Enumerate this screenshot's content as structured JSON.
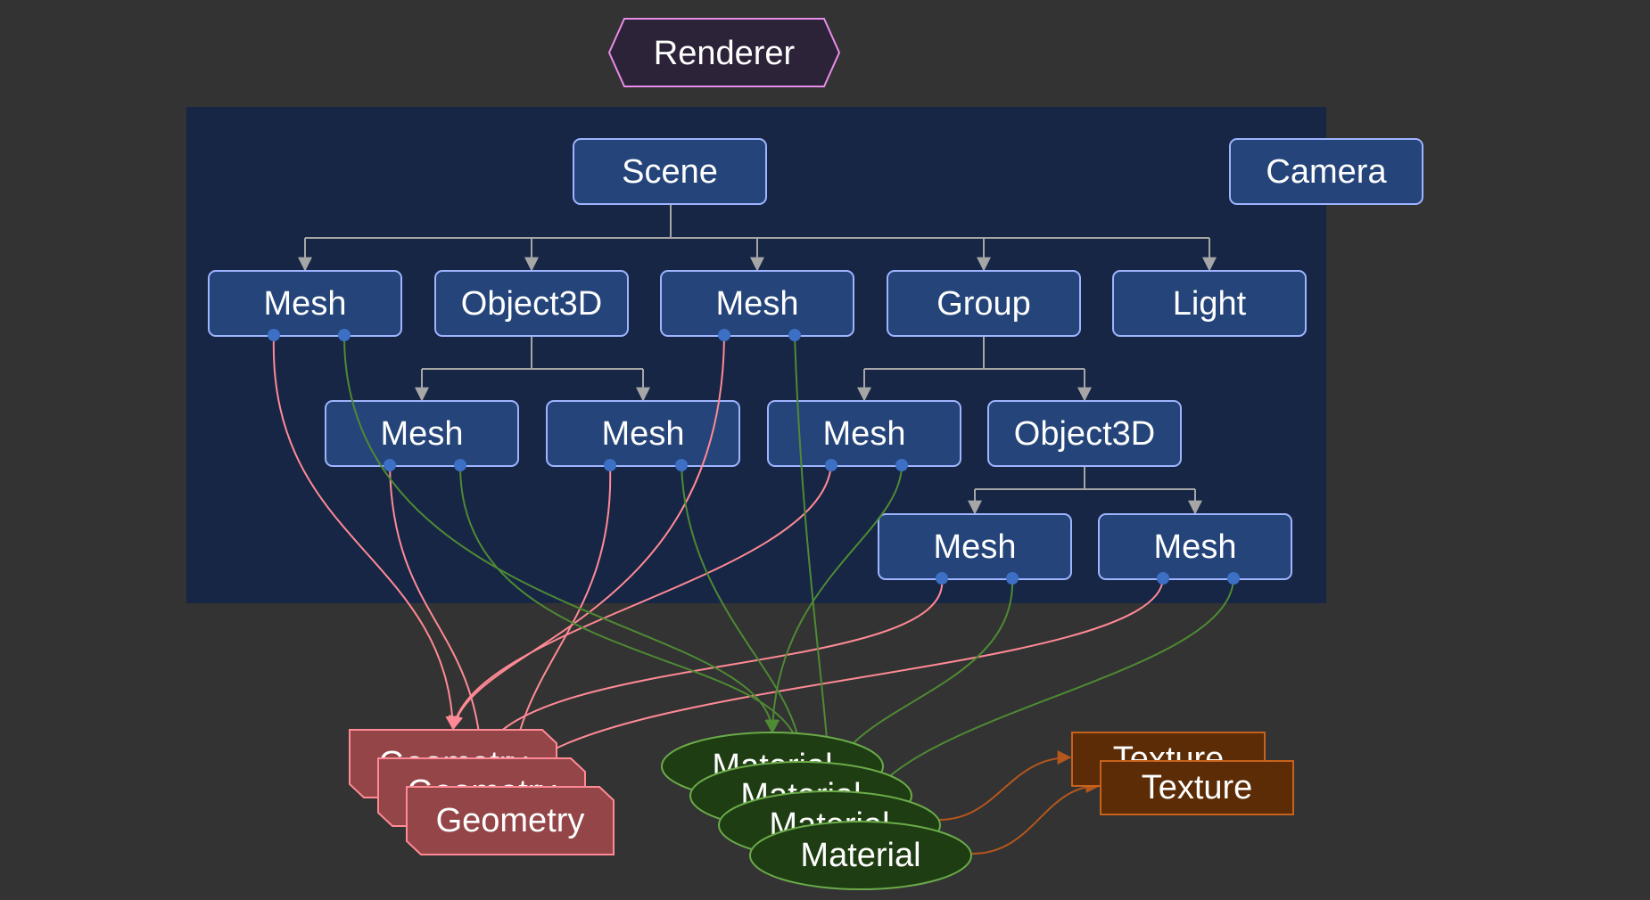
{
  "renderer": {
    "label": "Renderer"
  },
  "scene_group": {
    "scene": "Scene",
    "camera": "Camera",
    "children": {
      "mesh_a": "Mesh",
      "object3d_a": "Object3D",
      "mesh_b": "Mesh",
      "group": "Group",
      "light": "Light"
    },
    "object3d_a_children": {
      "mesh_c": "Mesh",
      "mesh_d": "Mesh"
    },
    "group_children": {
      "mesh_e": "Mesh",
      "object3d_b": "Object3D"
    },
    "object3d_b_children": {
      "mesh_f": "Mesh",
      "mesh_g": "Mesh"
    }
  },
  "resources": {
    "geometries": [
      "Geometry",
      "Geometry",
      "Geometry"
    ],
    "materials": [
      "Material",
      "Material",
      "Material",
      "Material"
    ],
    "textures": [
      "Texture",
      "Texture"
    ]
  },
  "colors": {
    "background": "#333333",
    "scene_group_fill": "#172645",
    "node_fill": "#24447a",
    "node_border": "#9fb4ff",
    "port": "#3d6fc5",
    "tree_edge": "#a6a6a6",
    "geometry_edge": "#ff8a95",
    "material_edge": "#4e8a33",
    "texture_edge": "#b5561c",
    "renderer_fill": "#2c2339",
    "renderer_border": "#e98de9",
    "geometry_fill": "#934548",
    "geometry_border": "#ff8a95",
    "material_fill": "#1f3d12",
    "material_border": "#6aab4a",
    "texture_fill": "#5b2c05",
    "texture_border": "#c7621c"
  }
}
